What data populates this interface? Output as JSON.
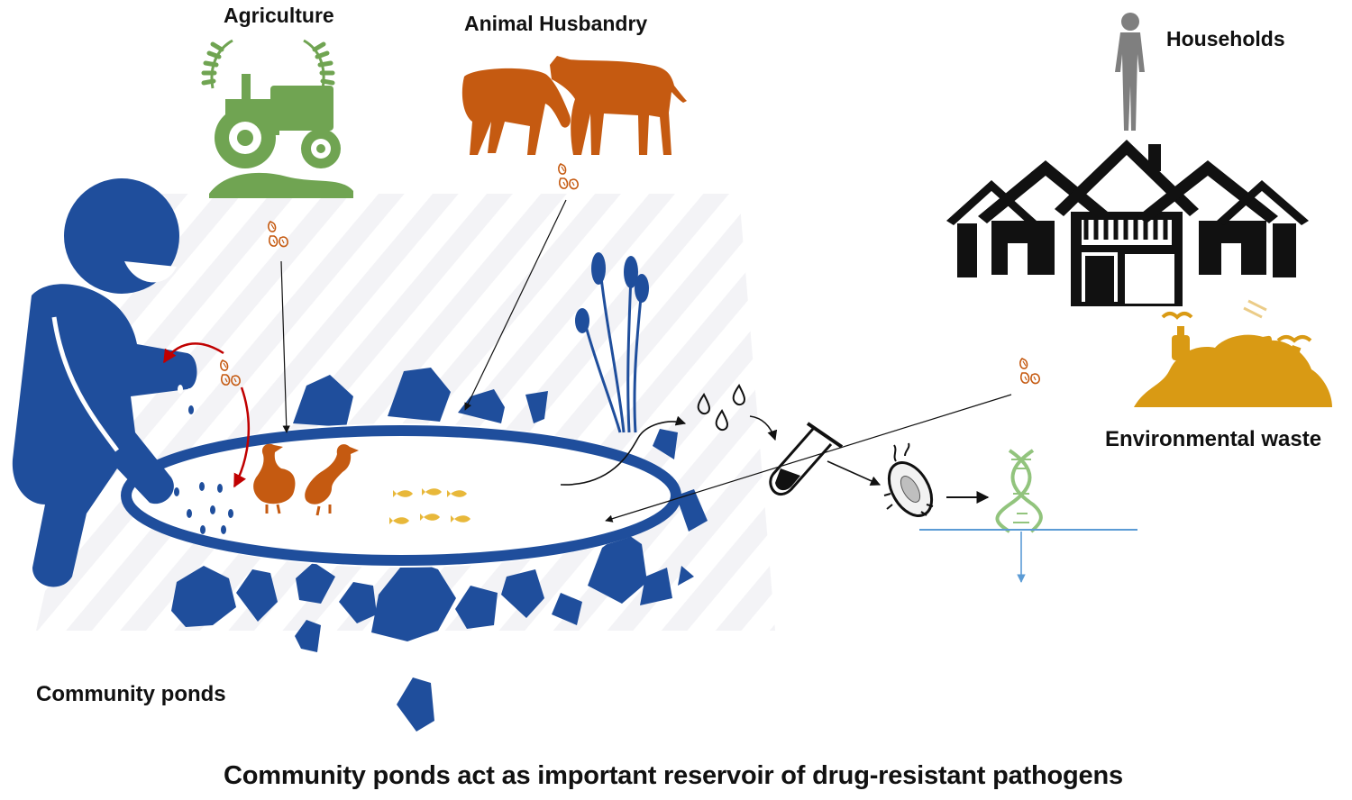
{
  "labels": {
    "agriculture": "Agriculture",
    "animal_husbandry": "Animal Husbandry",
    "households": "Households",
    "environmental_waste": "Environmental waste",
    "community_ponds": "Community ponds",
    "caption": "Community ponds act as important reservoir of drug-resistant pathogens"
  },
  "colors": {
    "pond_blue": "#1f4e9c",
    "agriculture_green": "#70a452",
    "animal_orange": "#c55a11",
    "waste_gold": "#d99a14",
    "fish_yellow": "#e8b83a",
    "dna_green": "#92c47d",
    "line_blue": "#5b9bd5",
    "house_black": "#111111",
    "human_gray": "#7f7f7f",
    "arrow_red": "#c00000"
  },
  "icons": {
    "person": "person-icon",
    "tractor": "tractor-icon",
    "cows": "cow-icon",
    "human": "human-figure-icon",
    "houses": "houses-icon",
    "waste": "garbage-pile-icon",
    "ducks": "duck-icon",
    "fish": "fish-icon",
    "bacteria": "bacteria-icon",
    "droplets": "water-droplet-icon",
    "test_tube": "test-tube-icon",
    "pathogen": "pathogen-icon",
    "dna": "dna-icon"
  }
}
